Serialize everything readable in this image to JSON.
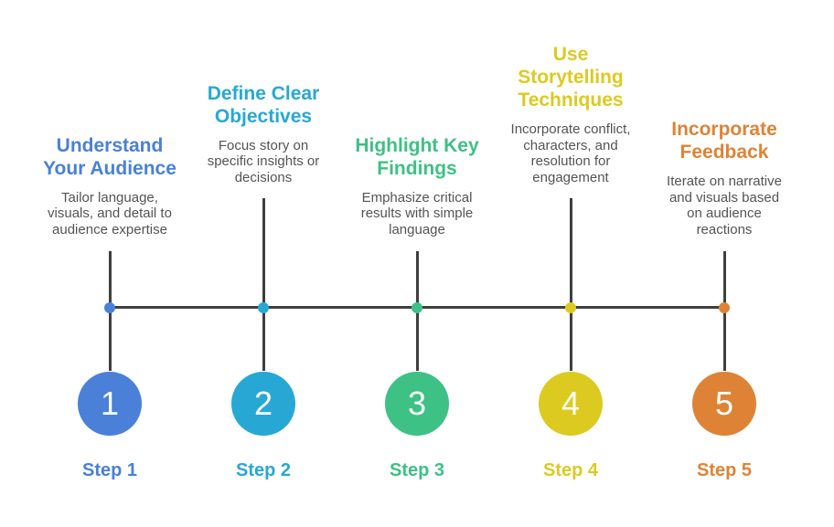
{
  "diagram": {
    "type": "timeline-process",
    "axis_color": "#3f3f3f",
    "background_color": "#ffffff",
    "description_text_color": "#545454"
  },
  "steps": [
    {
      "number": "1",
      "title": "Understand\nYour Audience",
      "description": "Tailor language,\nvisuals, and detail to\naudience expertise",
      "label": "Step 1",
      "color": "#4a80d8"
    },
    {
      "number": "2",
      "title": "Define Clear\nObjectives",
      "description": "Focus story on\nspecific insights or\ndecisions",
      "label": "Step 2",
      "color": "#27a8d4"
    },
    {
      "number": "3",
      "title": "Highlight Key\nFindings",
      "description": "Emphasize critical\nresults with simple\nlanguage",
      "label": "Step 3",
      "color": "#3dc184"
    },
    {
      "number": "4",
      "title": "Use\nStorytelling\nTechniques",
      "description": "Incorporate conflict,\ncharacters, and\nresolution for\nengagement",
      "label": "Step 4",
      "color": "#ddca20"
    },
    {
      "number": "5",
      "title": "Incorporate\nFeedback",
      "description": "Iterate on narrative\nand visuals based\non audience\nreactions",
      "label": "Step 5",
      "color": "#de8335"
    }
  ]
}
